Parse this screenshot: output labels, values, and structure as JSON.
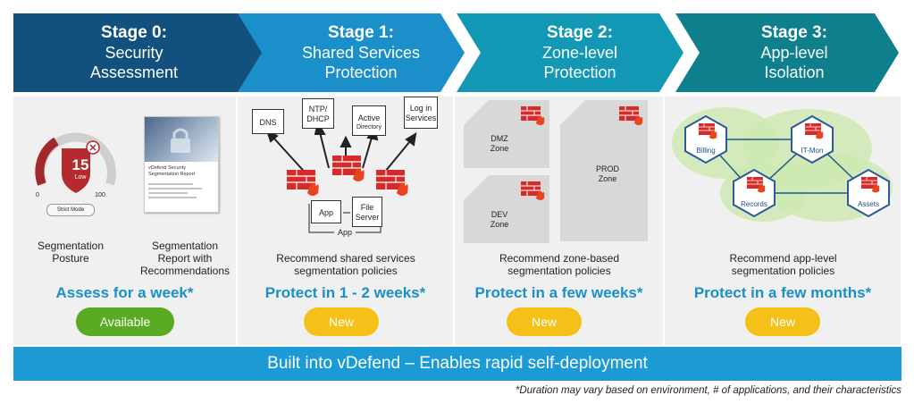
{
  "stages": [
    {
      "stage": "Stage 0:",
      "title_lines": [
        "Security",
        "Assessment"
      ]
    },
    {
      "stage": "Stage 1:",
      "title_lines": [
        "Shared Services",
        "Protection"
      ]
    },
    {
      "stage": "Stage 2:",
      "title_lines": [
        "Zone-level",
        "Protection"
      ]
    },
    {
      "stage": "Stage 3:",
      "title_lines": [
        "App-level",
        "Isolation"
      ]
    }
  ],
  "panel0": {
    "gauge_score": "15",
    "gauge_rating": "Low",
    "gauge_min": "0",
    "gauge_max": "100",
    "gauge_mode": "Strict Mode",
    "report_title": [
      "vDefend Security",
      "Segmentation Report"
    ],
    "caption_left": [
      "Segmentation",
      "Posture"
    ],
    "caption_right": [
      "Segmentation",
      "Report with",
      "Recommendations"
    ],
    "duration": "Assess for a week*",
    "badge": "Available"
  },
  "panel1": {
    "services": [
      "DNS",
      "NTP/",
      "DHCP",
      "Active",
      "Directory",
      "Log in",
      "Services"
    ],
    "app": "App",
    "file_server": [
      "File",
      "Server"
    ],
    "caption": [
      "Recommend shared services",
      "segmentation policies"
    ],
    "duration": "Protect in 1 - 2 weeks*",
    "badge": "New"
  },
  "panel2": {
    "zones": [
      "DMZ",
      "Zone",
      "PROD",
      "Zone",
      "DEV",
      "Zone"
    ],
    "caption": [
      "Recommend zone-based",
      "segmentation policies"
    ],
    "duration": "Protect in a few weeks*",
    "badge": "New"
  },
  "panel3": {
    "apps": [
      "Billing",
      "IT-Mon",
      "Records",
      "Assets"
    ],
    "caption": [
      "Recommend app-level",
      "segmentation policies"
    ],
    "duration": "Protect in a few months*",
    "badge": "New"
  },
  "banner": "Built into vDefend – Enables rapid self-deployment",
  "footnote": "*Duration may vary based on environment, # of applications, and their characteristics",
  "colors": {
    "stage0": "#12507e",
    "stage1": "#1b8fc9",
    "stage2": "#1298b4",
    "stage3": "#0d7f8d",
    "accent_text": "#1b8fc9",
    "available": "#5aaa24",
    "new": "#f5c118",
    "firewall": "#d62b2b"
  }
}
